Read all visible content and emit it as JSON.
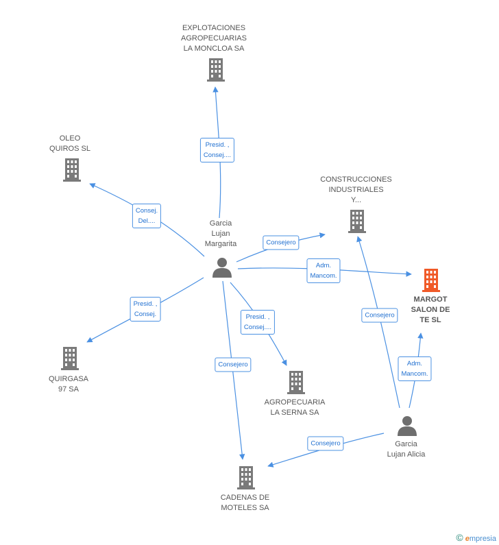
{
  "colors": {
    "edge": "#4a90e2",
    "building": "#7a7a7a",
    "building_highlight": "#f05a28",
    "person": "#6e6e6e"
  },
  "nodes": {
    "explotaciones": {
      "label": "EXPLOTACIONES\nAGROPECUARIAS\nLA MONCLOA SA",
      "icon": "building-icon"
    },
    "oleo": {
      "label": "OLEO\nQUIROS  SL",
      "icon": "building-icon"
    },
    "construcciones": {
      "label": "CONSTRUCCIONES\nINDUSTRIALES\nY...",
      "icon": "building-icon"
    },
    "margot": {
      "label": "MARGOT\nSALON DE\nTE SL",
      "icon": "building-icon",
      "highlight": true
    },
    "quirgasa": {
      "label": "QUIRGASA\n97 SA",
      "icon": "building-icon"
    },
    "agropecuaria": {
      "label": "AGROPECUARIA\nLA SERNA SA",
      "icon": "building-icon"
    },
    "cadenas": {
      "label": "CADENAS DE\nMOTELES SA",
      "icon": "building-icon"
    },
    "margarita": {
      "label": "Garcia\nLujan\nMargarita",
      "icon": "person-icon"
    },
    "alicia": {
      "label": "Garcia\nLujan Alicia",
      "icon": "person-icon"
    }
  },
  "edges": {
    "margarita_explotaciones": "Presid. ,\nConsej....",
    "margarita_oleo": "Consej.\nDel....",
    "margarita_construcciones": "Consejero",
    "margarita_margot": "Adm.\nMancom.",
    "margarita_quirgasa": "Presid. ,\nConsej.",
    "margarita_agropecuaria": "Presid. ,\nConsej....",
    "margarita_cadenas": "Consejero",
    "alicia_construcciones": "Consejero",
    "alicia_margot": "Adm.\nMancom.",
    "alicia_cadenas": "Consejero"
  },
  "watermark": {
    "copyright": "©",
    "brand_initial": "e",
    "brand_rest": "mpresia"
  }
}
